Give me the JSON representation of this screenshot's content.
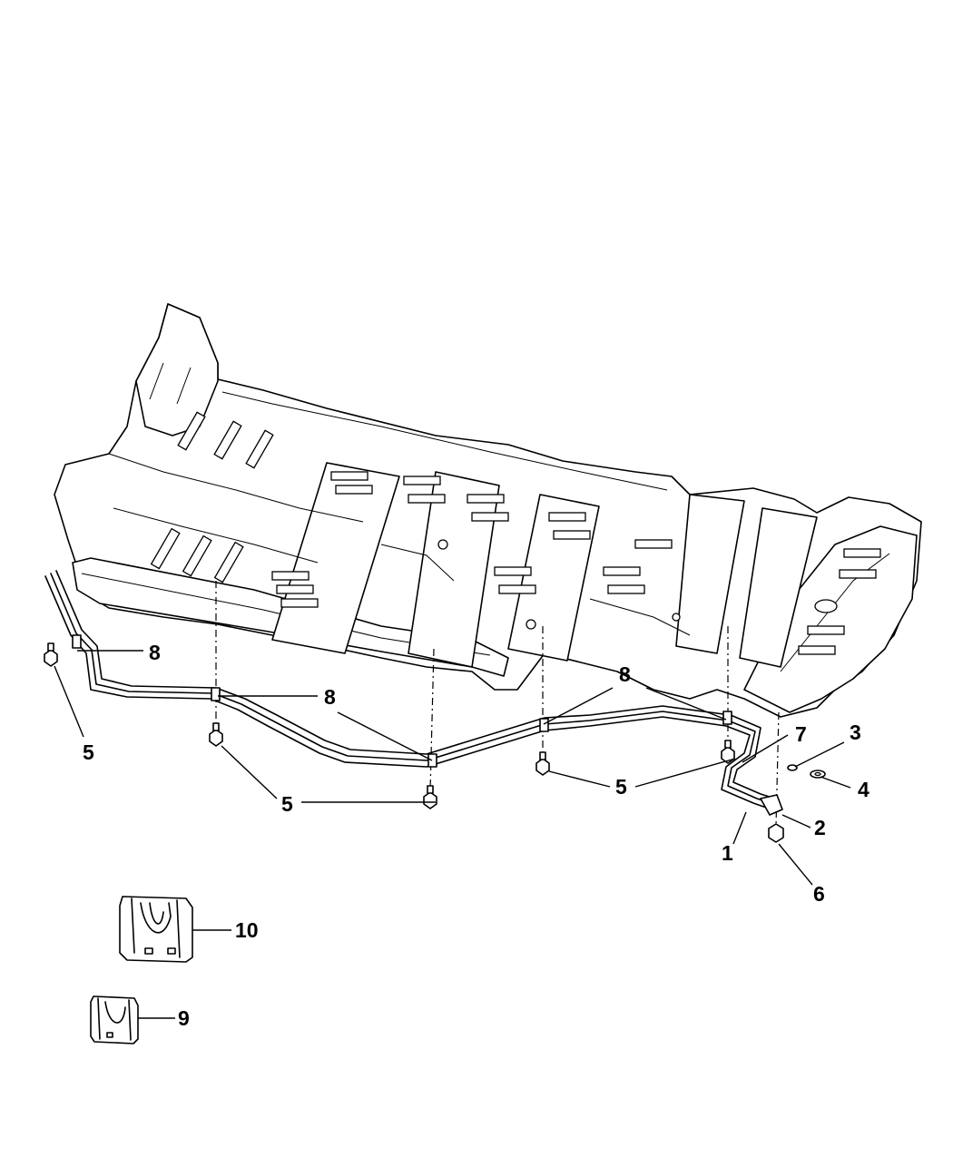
{
  "callouts": [
    {
      "id": "c1",
      "label": "1"
    },
    {
      "id": "c2",
      "label": "2"
    },
    {
      "id": "c3",
      "label": "3"
    },
    {
      "id": "c4",
      "label": "4"
    },
    {
      "id": "c5a",
      "label": "5"
    },
    {
      "id": "c5b",
      "label": "5"
    },
    {
      "id": "c5c",
      "label": "5"
    },
    {
      "id": "c6",
      "label": "6"
    },
    {
      "id": "c7",
      "label": "7"
    },
    {
      "id": "c8a",
      "label": "8"
    },
    {
      "id": "c8b",
      "label": "8"
    },
    {
      "id": "c8c",
      "label": "8"
    },
    {
      "id": "c9",
      "label": "9"
    },
    {
      "id": "c10",
      "label": "10"
    }
  ]
}
